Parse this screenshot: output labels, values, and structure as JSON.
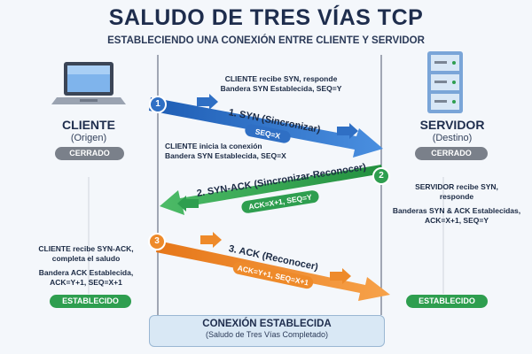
{
  "title": "SALUDO DE TRES VÍAS TCP",
  "subtitle": "ESTABLECIENDO UNA CONEXIÓN ENTRE CLIENTE Y SERVIDOR",
  "client": {
    "title": "CLIENTE",
    "subtitle": "(Origen)",
    "state_start": "CERRADO",
    "state_end": "ESTABLECIDO",
    "note_ack_line1": "CLIENTE recibe SYN-ACK,",
    "note_ack_line2": "completa el saludo",
    "note_flag_line1": "Bandera ACK Establecida,",
    "note_flag_line2": "ACK=Y+1, SEQ=X+1"
  },
  "server": {
    "title": "SERVIDOR",
    "subtitle": "(Destino)",
    "state_start": "CERRADO",
    "state_end": "ESTABLECIDO",
    "note_line1": "SERVIDOR recibe SYN,",
    "note_line2": "responde",
    "note_line3": "Banderas SYN & ACK Establecidas,",
    "note_line4": "ACK=X+1, SEQ=Y"
  },
  "steps": [
    {
      "number": "1",
      "label": "1. SYN (Sincronizar)",
      "seq": "SEQ=X",
      "color": "#2f6fc4",
      "note_top_line1": "CLIENTE recibe SYN, responde",
      "note_top_line2": "Bandera SYN Establecida, SEQ=Y",
      "note_bottom_line1": "CLIENTE inicia la conexión",
      "note_bottom_line2": "Bandera SYN Establecida, SEQ=X"
    },
    {
      "number": "2",
      "label": "2. SYN-ACK (Sincronizar-Reconocer)",
      "seq": "ACK=X+1, SEQ=Y",
      "color": "#2e9e4f"
    },
    {
      "number": "3",
      "label": "3. ACK (Reconocer)",
      "seq": "ACK=Y+1, SEQ=X+1",
      "color": "#ee8a2a"
    }
  ],
  "footer": {
    "title": "CONEXIÓN ESTABLECIDA",
    "subtitle": "(Saludo de Tres Vías Completado)"
  },
  "colors": {
    "syn": "#2f6fc4",
    "synack": "#2e9e4f",
    "ack": "#ee8a2a",
    "closed": "#7a808a",
    "established": "#2e9e4f"
  },
  "icons": {
    "client": "laptop-icon",
    "server": "server-rack-icon"
  }
}
